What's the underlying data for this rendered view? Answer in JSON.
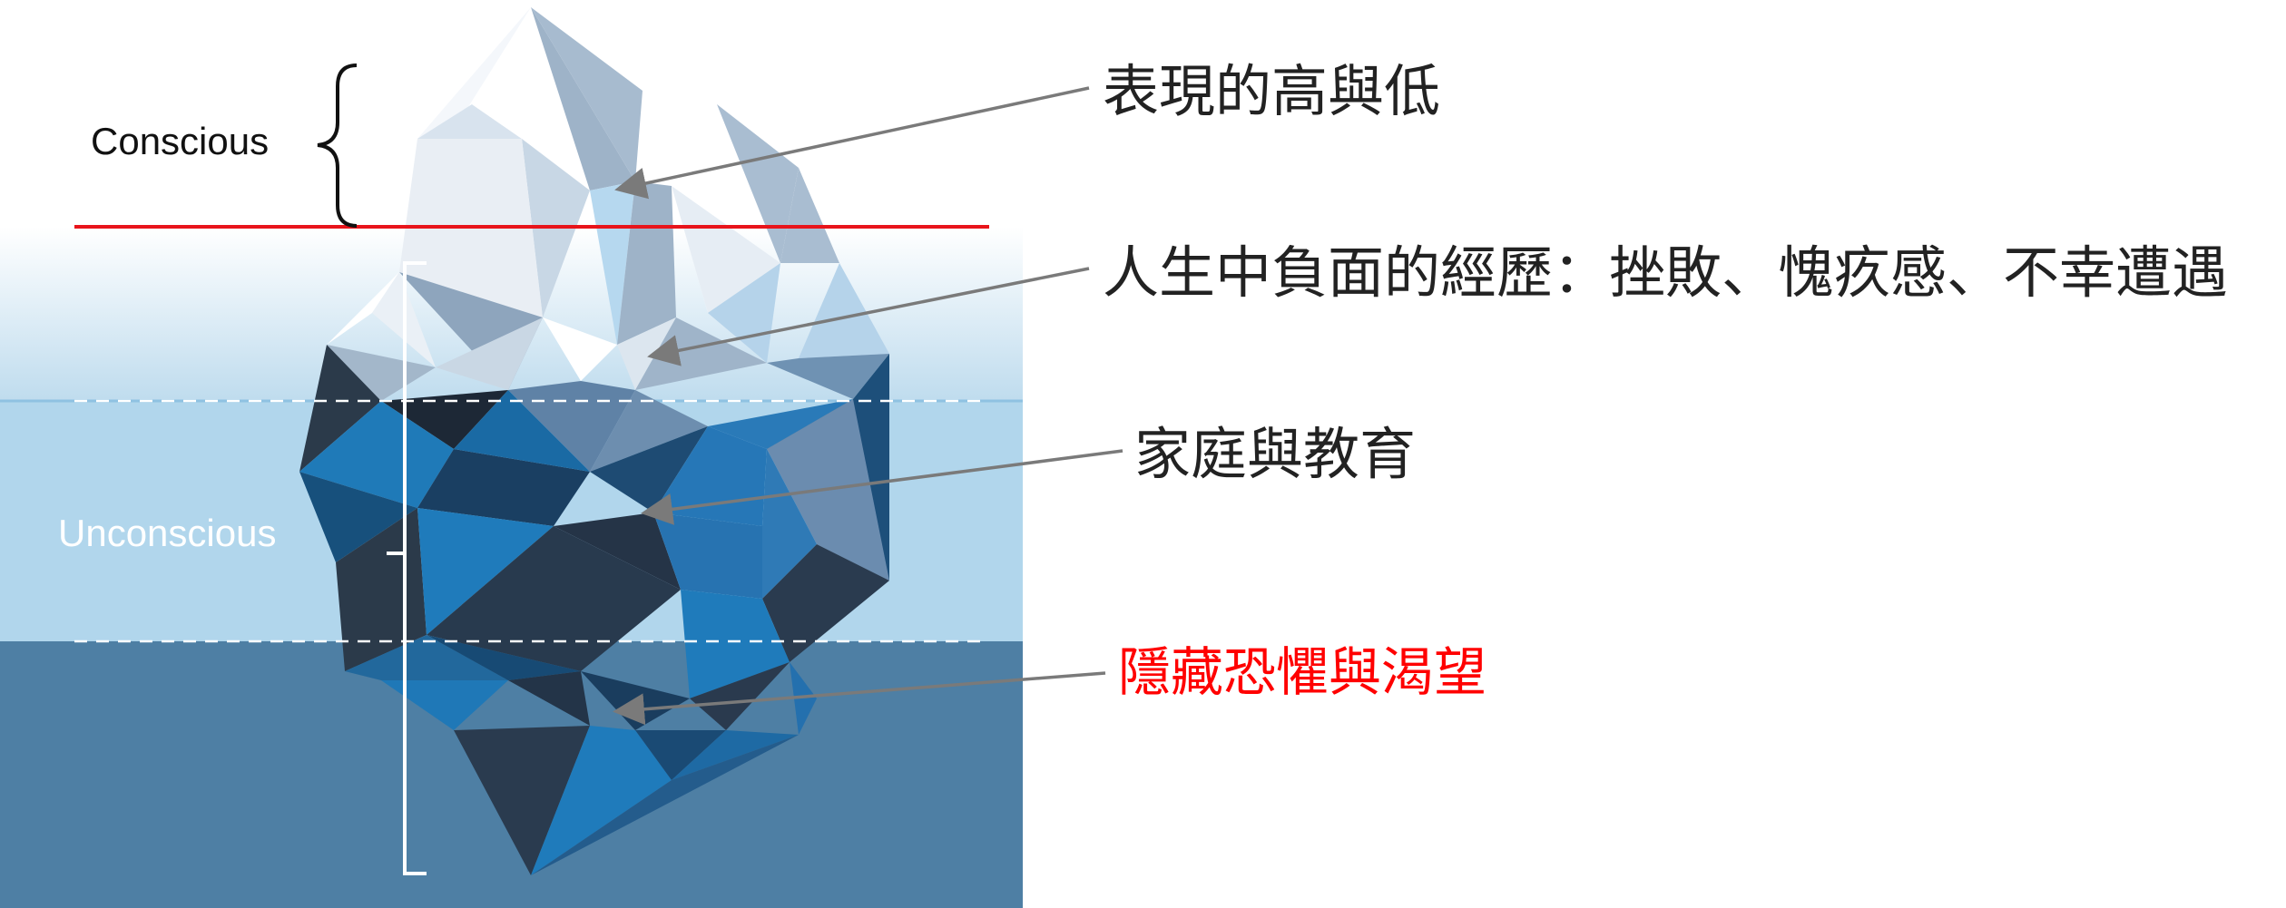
{
  "labels": {
    "conscious": "Conscious",
    "unconscious": "Unconscious"
  },
  "annotations": [
    {
      "text": "表現的高與低"
    },
    {
      "text": "人生中負面的經歷：挫敗、愧疚感、不幸遭遇"
    },
    {
      "text": "家庭與教育"
    },
    {
      "text": "隱藏恐懼與渴望"
    }
  ],
  "colors": {
    "waterline": "#e8141b",
    "hidden_desire_text": "#ff0000",
    "annotation_text": "#222222",
    "arrow": "#7a7a7a",
    "deep_water": "#4e7fa4",
    "mid_water": "#b1d6ec"
  }
}
